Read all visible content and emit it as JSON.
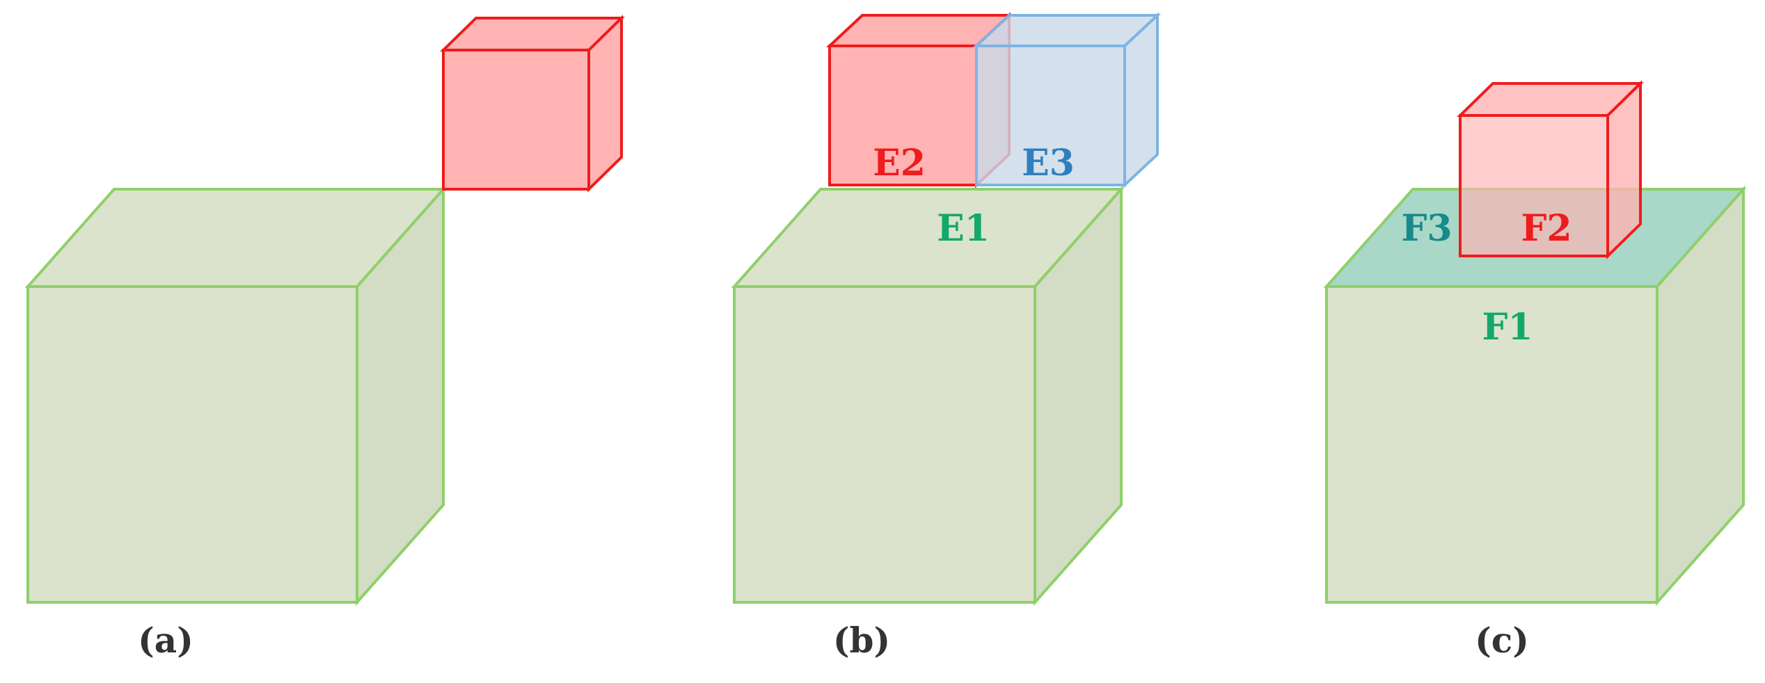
{
  "panels": [
    {
      "caption": "(a)",
      "labels": []
    },
    {
      "caption": "(b)",
      "labels": [
        "E1",
        "E2",
        "E3"
      ]
    },
    {
      "caption": "(c)",
      "labels": [
        "F1",
        "F2",
        "F3"
      ]
    }
  ],
  "colors": {
    "big_cube_fill": "#dbe3cd",
    "big_cube_stroke": "#8fd06a",
    "red_cube_fill": "#ffb3b3",
    "red_cube_stroke": "#ee1c1c",
    "blue_cube_fill": "#c9d9e8",
    "blue_cube_stroke": "#7fb4e4",
    "contact_face_fill": "#a9d7c8",
    "label_green": "#13a86a",
    "label_red": "#ee1c1c",
    "label_blue": "#2f7fbf",
    "label_teal": "#178a8a",
    "caption_color": "#333333"
  }
}
